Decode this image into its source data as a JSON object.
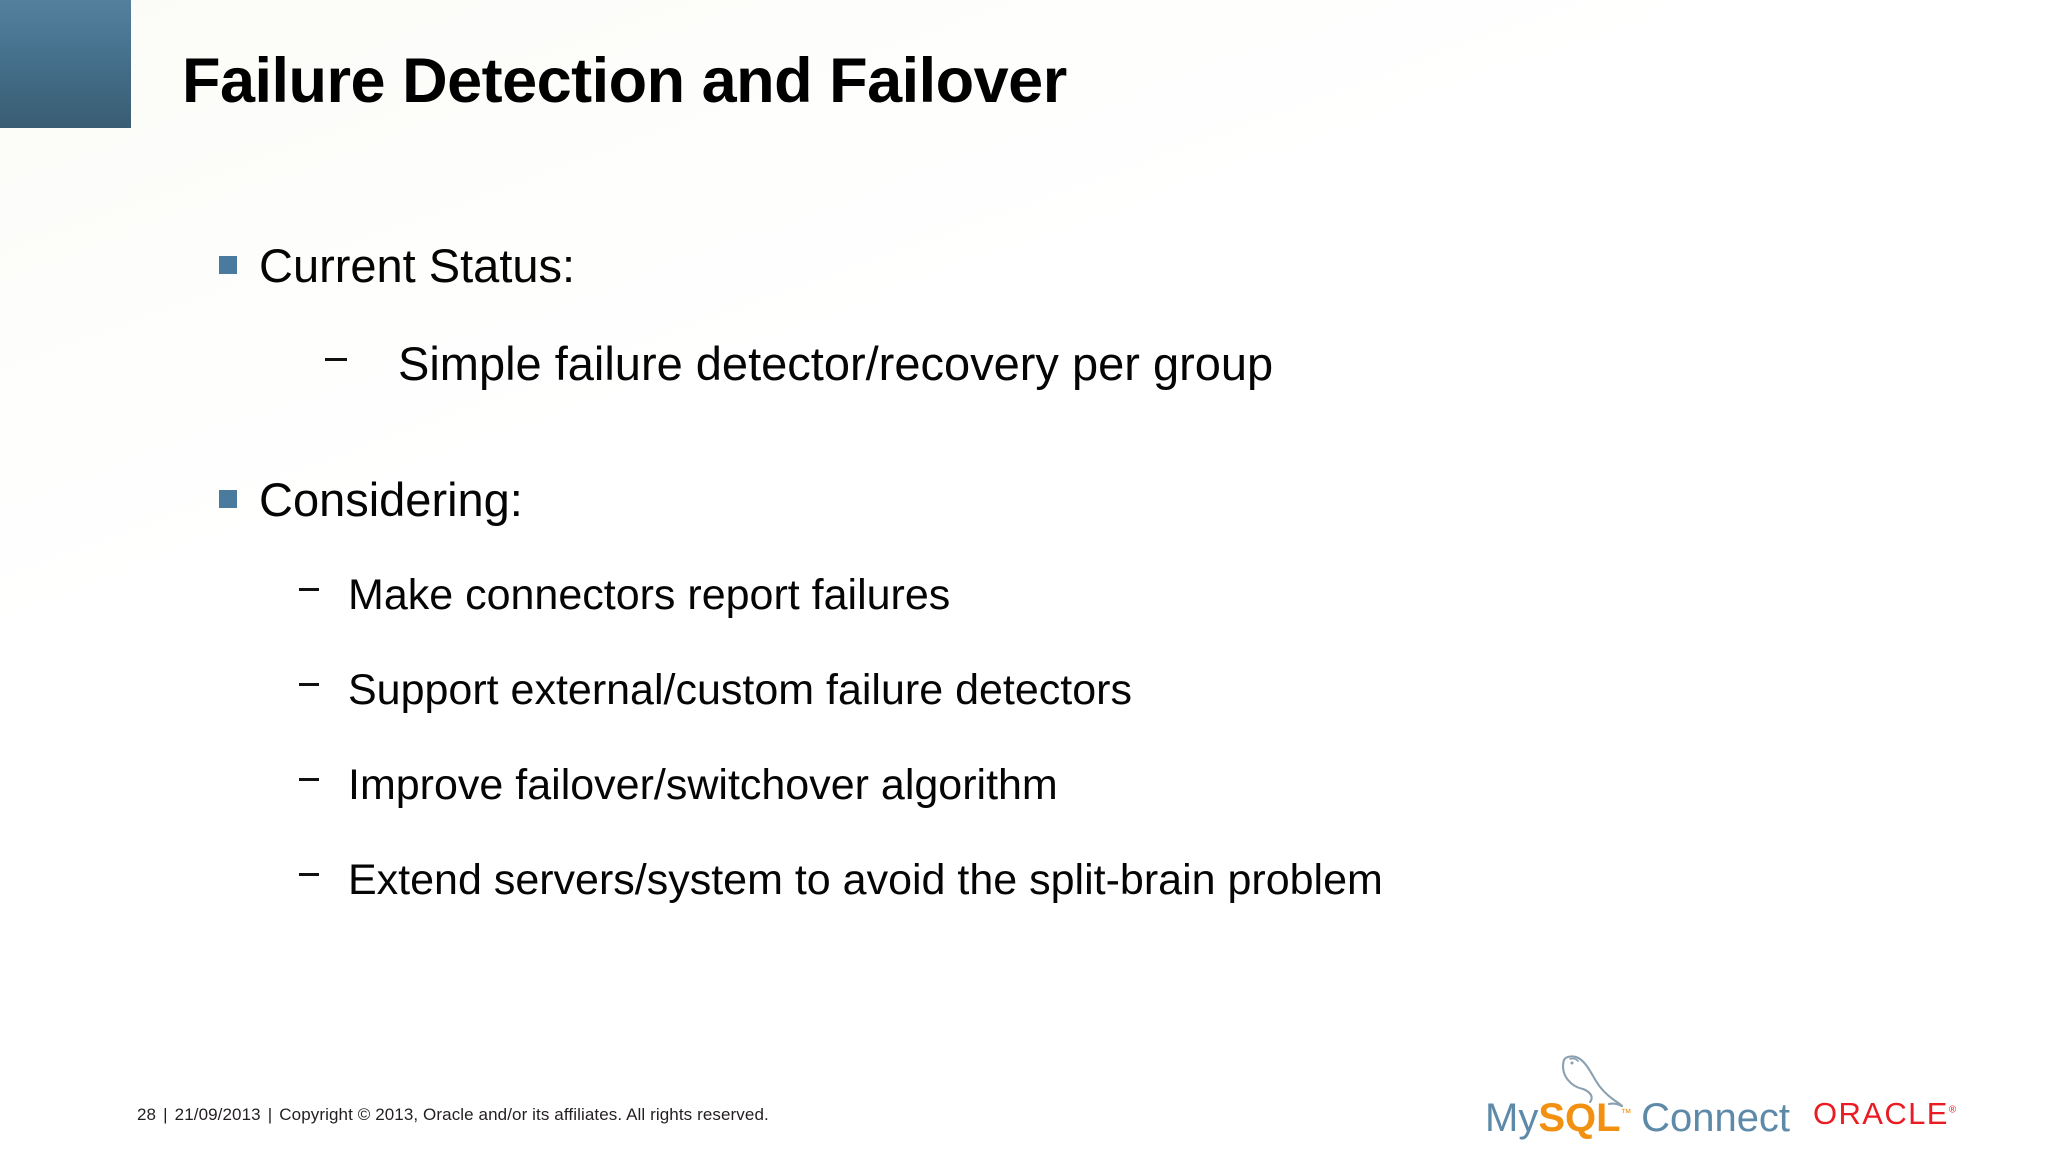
{
  "slide": {
    "title": "Failure Detection and Failover",
    "theme": {
      "corner_gradient_top": "#54809e",
      "corner_gradient_bottom": "#3a5e73",
      "bullet_square_color": "#4a7a9e",
      "title_color": "#000000",
      "body_text_color": "#050505",
      "background": "#ffffff"
    },
    "content": [
      {
        "level": 1,
        "marker": "square-bullet",
        "text": "Current Status:",
        "children": [
          {
            "level": 2,
            "marker": "en-dash",
            "text": "Simple failure detector/recovery per group"
          }
        ]
      },
      {
        "level": 1,
        "marker": "square-bullet",
        "text": "Considering:",
        "children": [
          {
            "level": 2,
            "marker": "en-dash",
            "text": "Make connectors report failures"
          },
          {
            "level": 2,
            "marker": "en-dash",
            "text": "Support external/custom failure detectors"
          },
          {
            "level": 2,
            "marker": "en-dash",
            "text": "Improve failover/switchover algorithm"
          },
          {
            "level": 2,
            "marker": "en-dash",
            "text": "Extend servers/system to avoid the split-brain problem"
          }
        ]
      }
    ]
  },
  "footer": {
    "slide_number": "28",
    "separator": "|",
    "date": "21/09/2013",
    "copyright": "Copyright © 2013, Oracle and/or its affiliates. All rights reserved."
  },
  "logos": {
    "mysql_connect": {
      "part_my": "My",
      "part_sql": "SQL",
      "trademark": "™",
      "part_connect": "Connect",
      "color_my": "#5c8aa8",
      "color_sql": "#f29111",
      "color_connect": "#5c8aa8"
    },
    "oracle": {
      "wordmark": "ORACLE",
      "registered": "®",
      "color": "#ea1b22"
    }
  }
}
